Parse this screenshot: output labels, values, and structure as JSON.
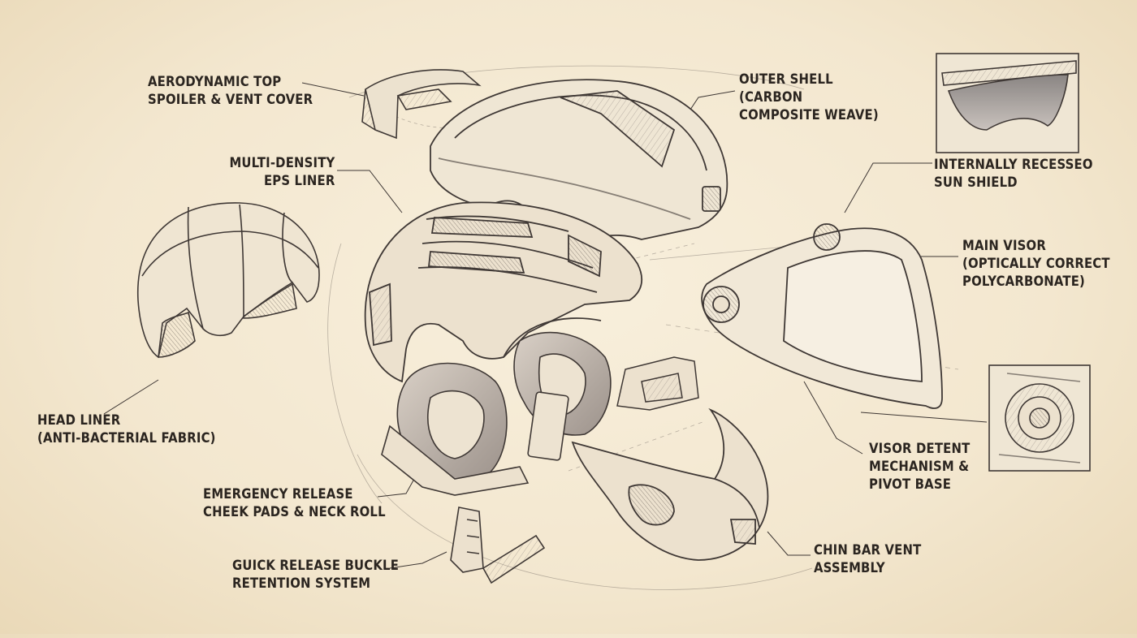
{
  "labels": {
    "spoiler": {
      "line1": "AERODYNAMIC TOP",
      "line2": "SPOILER & VENT COVER"
    },
    "eps": {
      "line1": "MULTI-DENSITY",
      "line2": "EPS LINER"
    },
    "shell": {
      "line1": "OUTER SHELL",
      "line2": "(CARBON",
      "line3": "COMPOSITE WEAVE)"
    },
    "sunshield": {
      "line1": "INTERNALLY RECESSEO",
      "line2": "SUN SHIELD"
    },
    "visor": {
      "line1": "MAIN VISOR",
      "line2": "(OPTICALLY CORRECT",
      "line3": "POLYCARBONATE)"
    },
    "headliner": {
      "line1": "HEAD LINER",
      "line2": "(ANTI-BACTERIAL FABRIC)"
    },
    "cheek": {
      "line1": "EMERGENCY RELEASE",
      "line2": "CHEEK PADS & NECK ROLL"
    },
    "detent": {
      "line1": "VISOR DETENT",
      "line2": "MECHANISM &",
      "line3": "PIVOT BASE"
    },
    "buckle": {
      "line1": "GUICK RELEASE BUCKLE",
      "line2": "RETENTION SYSTEM"
    },
    "chin": {
      "line1": "CHIN BAR VENT",
      "line2": "ASSEMBLY"
    }
  },
  "colors": {
    "paper": "#f3e7cf",
    "ink": "#2b2520",
    "sketch": "#4a4340",
    "shade": "#8d8580"
  }
}
